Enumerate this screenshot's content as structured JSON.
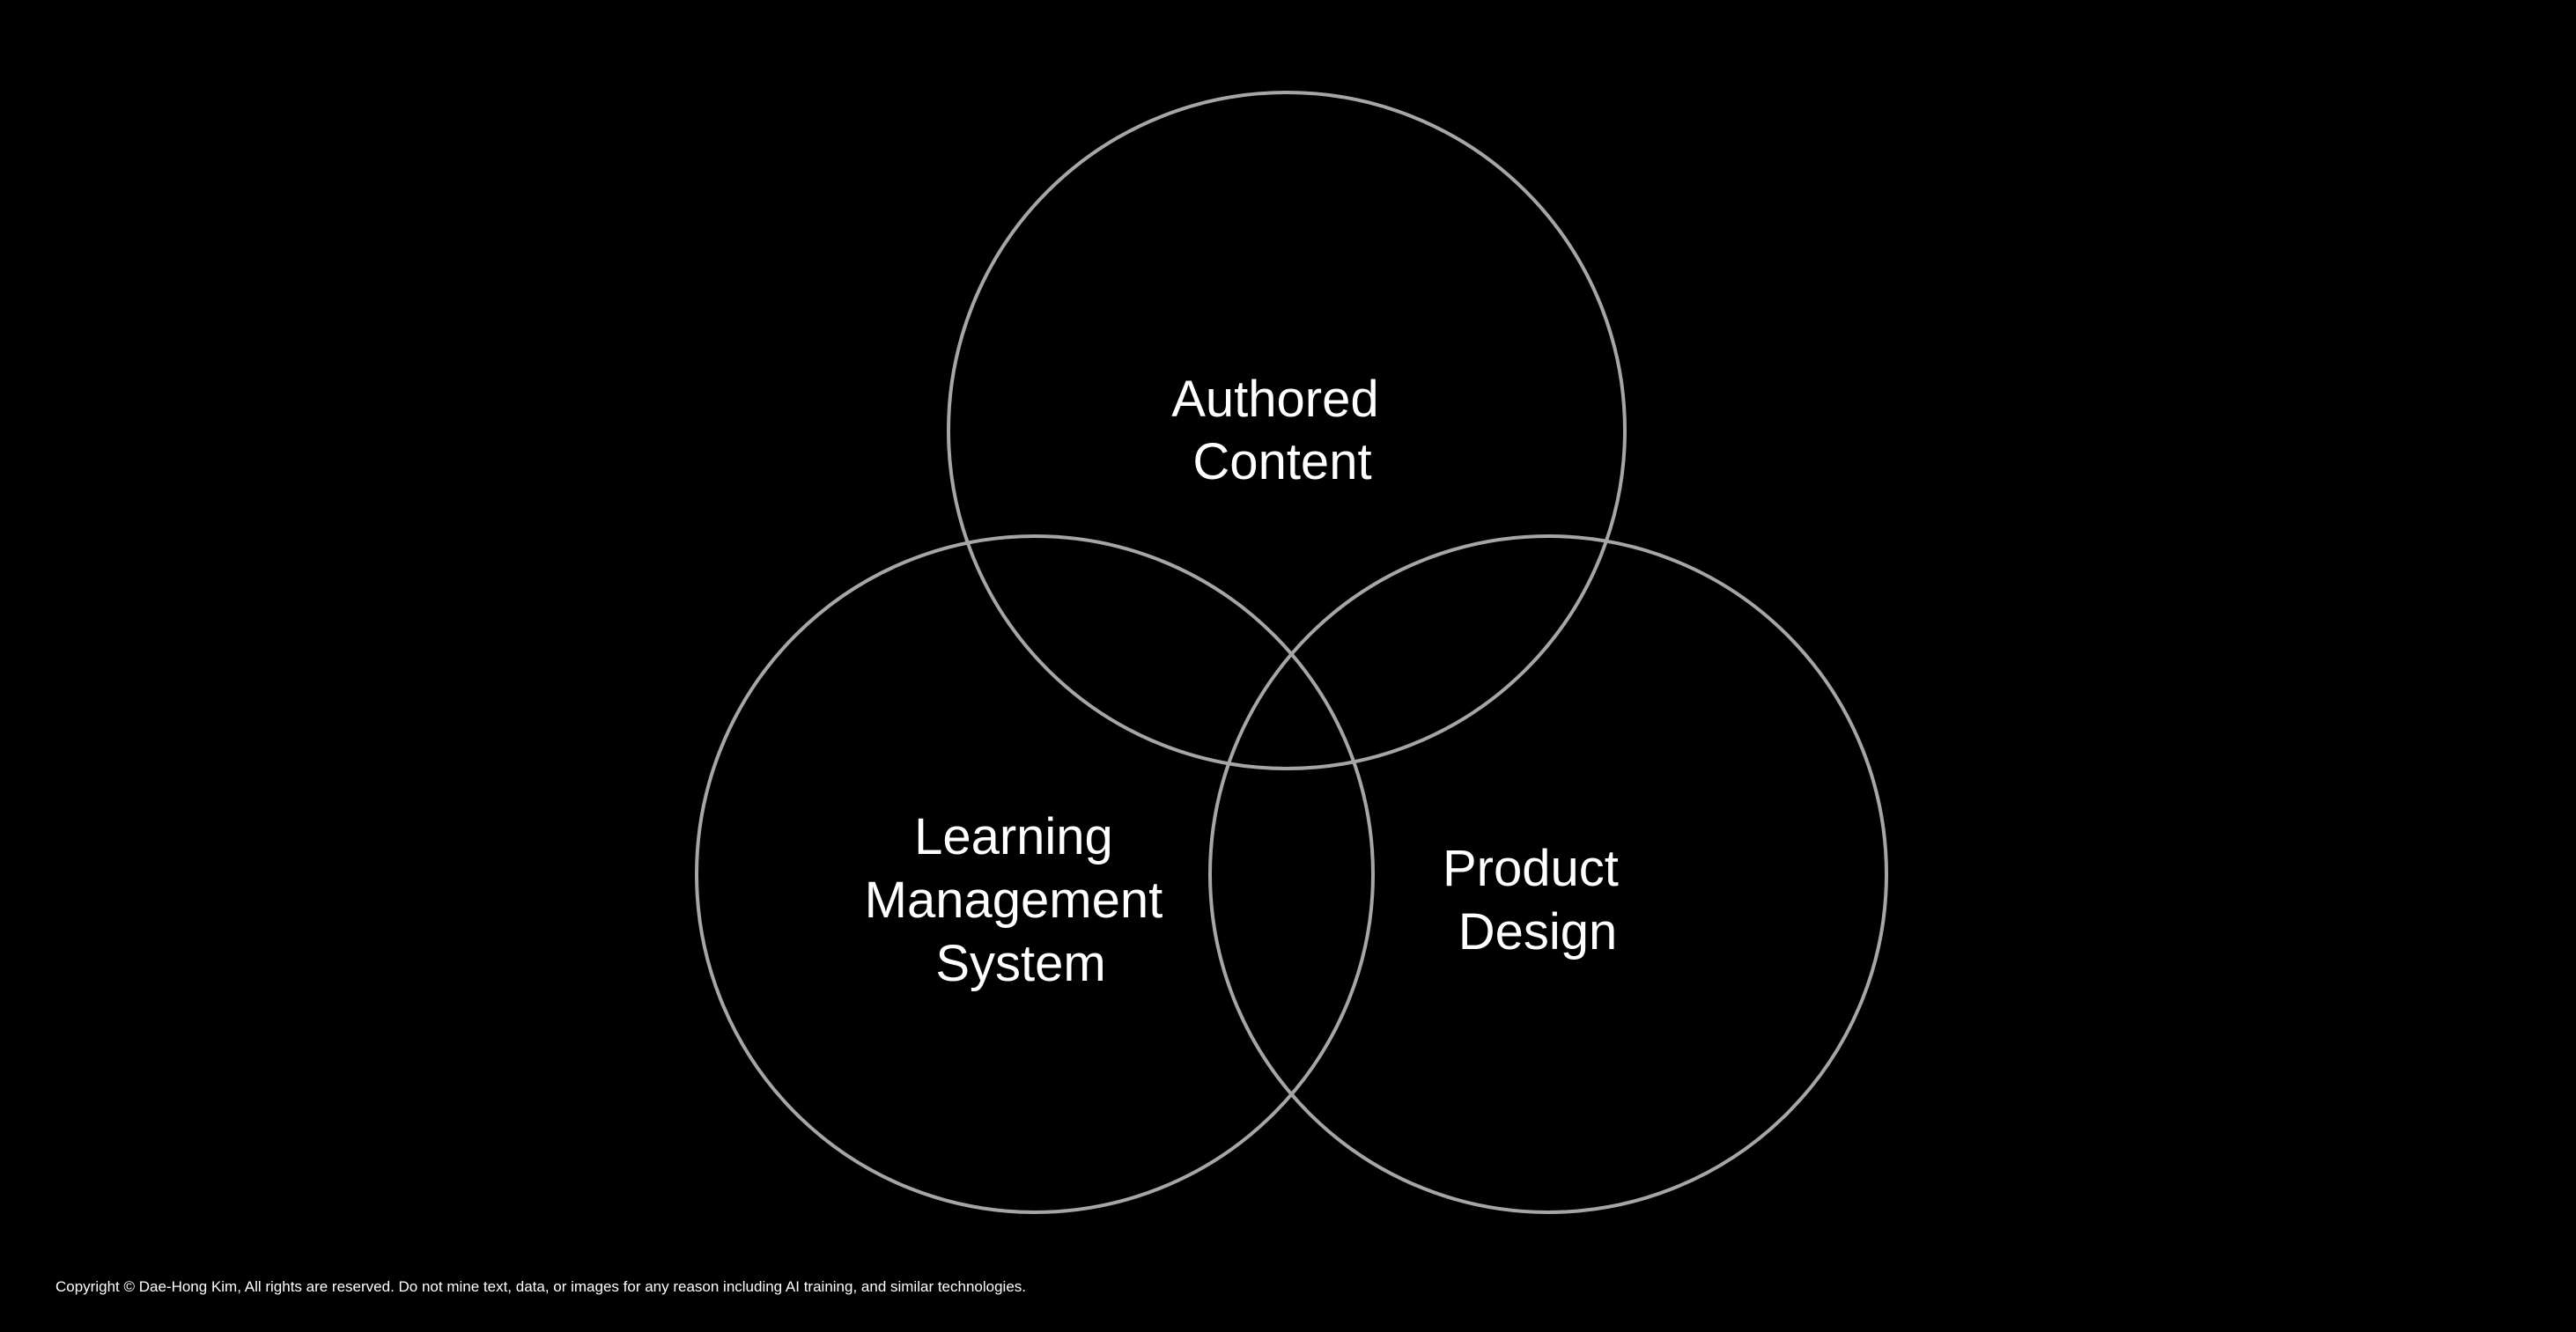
{
  "diagram": {
    "type": "venn",
    "circle_stroke_color": "#a6a6a6",
    "label_color": "#ffffff",
    "background_color": "#000000",
    "sets": [
      {
        "id": "authored-content",
        "lines": [
          "Authored",
          "Content"
        ]
      },
      {
        "id": "learning-management-system",
        "lines": [
          "Learning",
          "Management",
          "System"
        ]
      },
      {
        "id": "product-design",
        "lines": [
          "Product",
          "Design"
        ]
      }
    ]
  },
  "footer": {
    "copyright": "Copyright © Dae-Hong Kim, All rights are reserved. Do not mine text, data, or images for any reason including AI training, and similar technologies."
  }
}
